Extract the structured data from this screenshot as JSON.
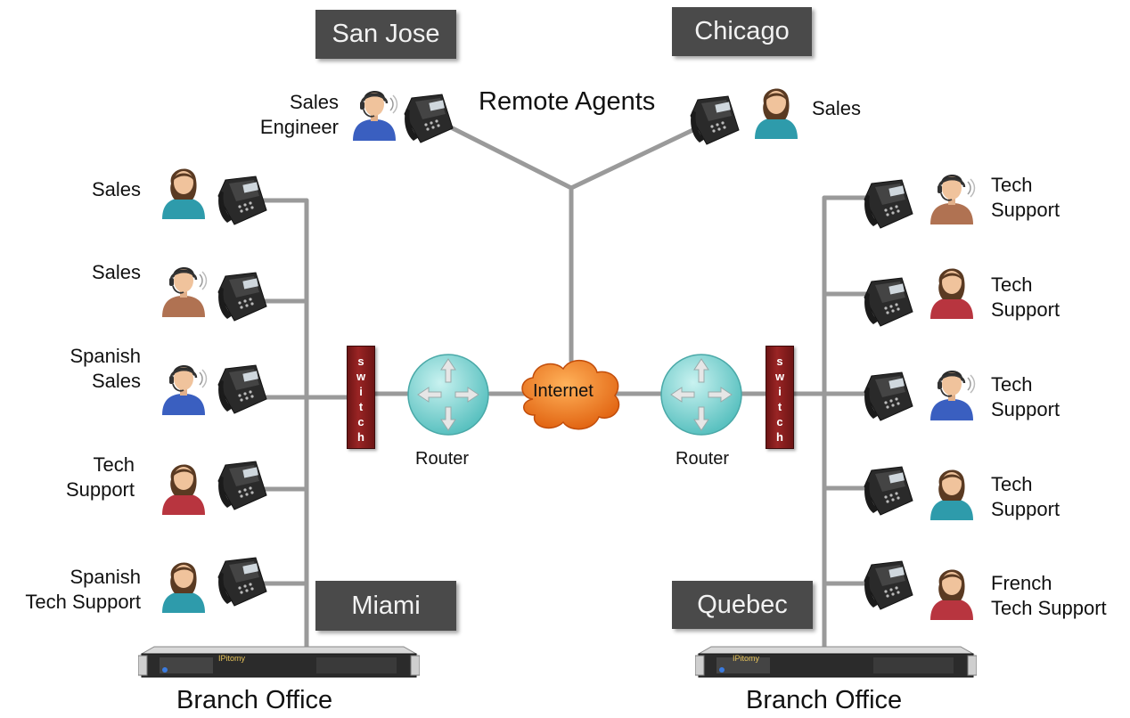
{
  "title": "Remote Agents",
  "cities": {
    "san_jose": "San Jose",
    "chicago": "Chicago",
    "miami": "Miami",
    "quebec": "Quebec"
  },
  "remote_agents": {
    "san_jose_agent": "Sales\nEngineer",
    "chicago_agent": "Sales"
  },
  "left_agents": [
    "Sales",
    "Sales",
    "Spanish\nSales",
    "Tech\nSupport",
    "Spanish\nTech Support"
  ],
  "right_agents": [
    "Tech\nSupport",
    "Tech\nSupport",
    "Tech\nSupport",
    "Tech\nSupport",
    "French\nTech Support"
  ],
  "network": {
    "internet": "Internet",
    "router_left": "Router",
    "router_right": "Router",
    "switch_label": "switch"
  },
  "branch_offices": {
    "left": "Branch Office",
    "right": "Branch Office"
  },
  "server_brand": "IPitomy",
  "colors": {
    "wire": "#9a9a9a",
    "city_box": "#4a4a4a",
    "switch": "#8a1f1f",
    "router": "#7fd6d4",
    "cloud": "#f07a1a",
    "shirt_teal": "#2e9bab",
    "shirt_blue": "#3a5fc0",
    "shirt_red": "#b8353f",
    "shirt_brown": "#b07252"
  },
  "icons": [
    "phone-icon",
    "agent-icon",
    "agent-headset-icon",
    "router-icon",
    "cloud-icon",
    "switch-icon",
    "server-icon"
  ]
}
